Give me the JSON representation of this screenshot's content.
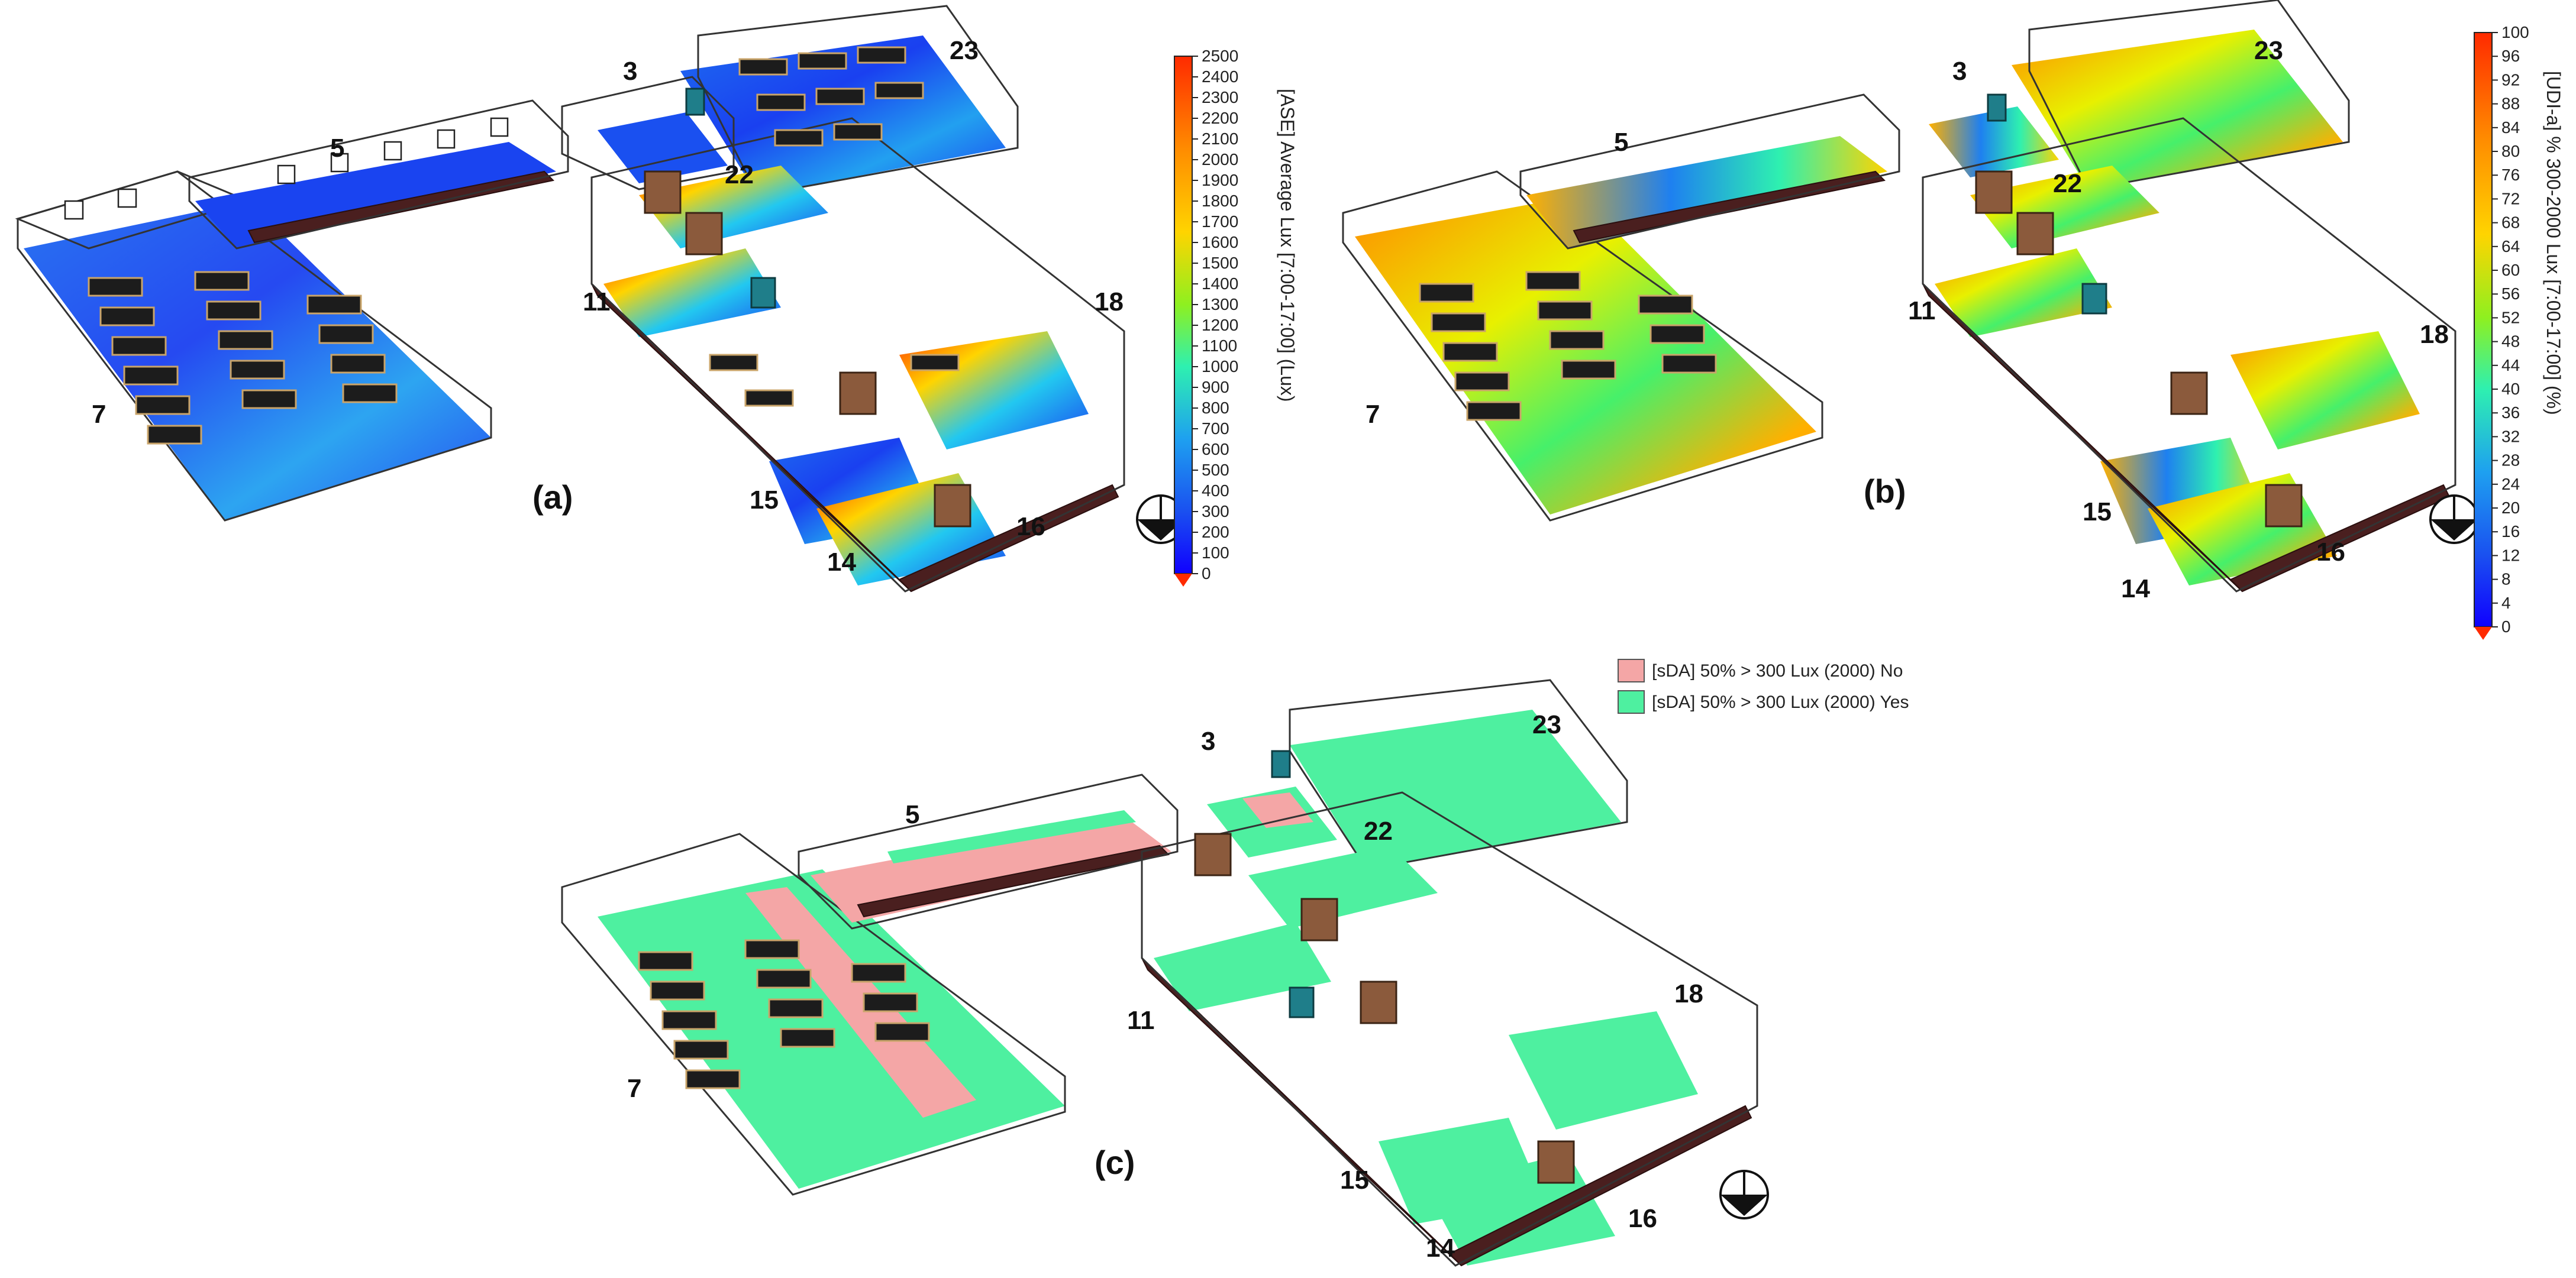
{
  "panels": [
    {
      "id": "a",
      "label": "(a)",
      "rooms": [
        {
          "number": "7"
        },
        {
          "number": "5"
        },
        {
          "number": "3"
        },
        {
          "number": "23"
        },
        {
          "number": "22"
        },
        {
          "number": "11"
        },
        {
          "number": "18"
        },
        {
          "number": "15"
        },
        {
          "number": "16"
        },
        {
          "number": "14"
        }
      ],
      "scale": {
        "title": "[ASE] Average Lux [7:00-17:00]  (Lux)",
        "ticks": [
          "2500",
          "2400",
          "2300",
          "2200",
          "2100",
          "2000",
          "1900",
          "1800",
          "1700",
          "1600",
          "1500",
          "1400",
          "1300",
          "1200",
          "1100",
          "1000",
          "900",
          "800",
          "700",
          "600",
          "500",
          "400",
          "300",
          "200",
          "100",
          "0"
        ]
      }
    },
    {
      "id": "b",
      "label": "(b)",
      "rooms": [
        {
          "number": "7"
        },
        {
          "number": "5"
        },
        {
          "number": "3"
        },
        {
          "number": "23"
        },
        {
          "number": "22"
        },
        {
          "number": "11"
        },
        {
          "number": "18"
        },
        {
          "number": "15"
        },
        {
          "number": "16"
        },
        {
          "number": "14"
        }
      ],
      "scale": {
        "title": "[UDI-a] % 300-2000 Lux [7:00-17:00]  (%)",
        "ticks": [
          "100",
          "96",
          "92",
          "88",
          "84",
          "80",
          "76",
          "72",
          "68",
          "64",
          "60",
          "56",
          "52",
          "48",
          "44",
          "40",
          "36",
          "32",
          "28",
          "24",
          "20",
          "16",
          "12",
          "8",
          "4",
          "0"
        ]
      }
    },
    {
      "id": "c",
      "label": "(c)",
      "rooms": [
        {
          "number": "7"
        },
        {
          "number": "5"
        },
        {
          "number": "3"
        },
        {
          "number": "23"
        },
        {
          "number": "22"
        },
        {
          "number": "11"
        },
        {
          "number": "18"
        },
        {
          "number": "15"
        },
        {
          "number": "16"
        },
        {
          "number": "14"
        }
      ],
      "legend": [
        {
          "text": "[sDA] 50% > 300 Lux (2000)  No",
          "color": "#f4a6a6"
        },
        {
          "text": "[sDA] 50% > 300 Lux (2000)  Yes",
          "color": "#4ef0a0"
        }
      ]
    }
  ],
  "colors": {
    "rainbow": [
      "#ff2a00",
      "#ff5a00",
      "#ff8c00",
      "#ffb000",
      "#ffd400",
      "#e8f000",
      "#b8f000",
      "#7ef020",
      "#46f06a",
      "#2ef0b0",
      "#22d8e8",
      "#1ea0f0",
      "#1a64f0",
      "#1428f0",
      "#1000ff"
    ],
    "sda_no": "#f4a6a6",
    "sda_yes": "#4ef0a0"
  },
  "icons": [
    "north-arrow-icon"
  ]
}
